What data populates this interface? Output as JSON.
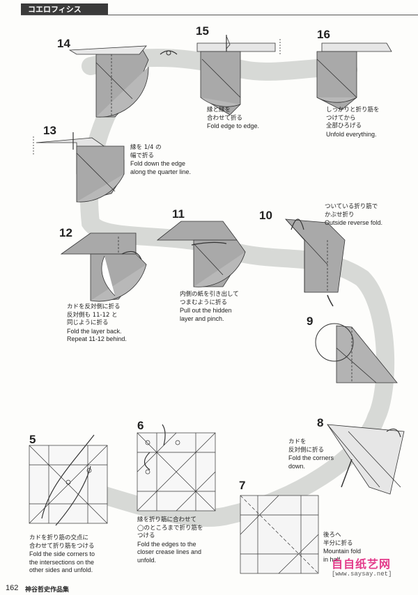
{
  "header": {
    "title": "コエロフィシス"
  },
  "steps": {
    "s5": {
      "num": "5",
      "jp": [
        "カドを折り筋の交点に",
        "合わせて折り筋をつける"
      ],
      "en": [
        "Fold the side corners to",
        "the intersections on the",
        "other sides and unfold."
      ]
    },
    "s6": {
      "num": "6",
      "jp": [
        "縁を折り筋に合わせて",
        "◯のところまで折り筋を",
        "つける"
      ],
      "en": [
        "Fold the edges to the",
        "closer crease lines and",
        "unfold."
      ]
    },
    "s7": {
      "num": "7",
      "jp": [
        "後ろへ",
        "半分に折る"
      ],
      "en": [
        "Mountain fold",
        "in half."
      ]
    },
    "s8": {
      "num": "8",
      "jp": [
        "カドを",
        "反対側に折る"
      ],
      "en": [
        "Fold the corners",
        "down."
      ]
    },
    "s9": {
      "num": "9"
    },
    "s10": {
      "num": "10",
      "jp": [
        "ついている折り筋で",
        "かぶせ折り"
      ],
      "en": [
        "Outside reverse fold."
      ]
    },
    "s11": {
      "num": "11",
      "jp": [
        "内側の紙を引き出して",
        "つまむように折る"
      ],
      "en": [
        "Pull out the hidden",
        "layer and pinch."
      ]
    },
    "s12": {
      "num": "12",
      "jp": [
        "カドを反対側に折る",
        "反対側も 11-12 と",
        "同じように折る"
      ],
      "en": [
        "Fold the layer back.",
        "Repeat 11-12 behind."
      ]
    },
    "s13": {
      "num": "13",
      "jp": [
        "縁を 1/4 の",
        "幅で折る"
      ],
      "en": [
        "Fold down the edge",
        "along the quarter line."
      ]
    },
    "s14": {
      "num": "14"
    },
    "s15": {
      "num": "15",
      "jp": [
        "縁と縁を",
        "合わせて折る"
      ],
      "en": [
        "Fold edge to edge."
      ]
    },
    "s16": {
      "num": "16",
      "jp": [
        "しっかりと折り筋を",
        "つけてから",
        "全部ひろげる"
      ],
      "en": [
        "Unfold everything."
      ]
    }
  },
  "footer": {
    "page": "162",
    "book": "神谷哲史作品集"
  },
  "watermark": {
    "cn": "自自纸艺网",
    "url": "[www.saysay.net]"
  }
}
